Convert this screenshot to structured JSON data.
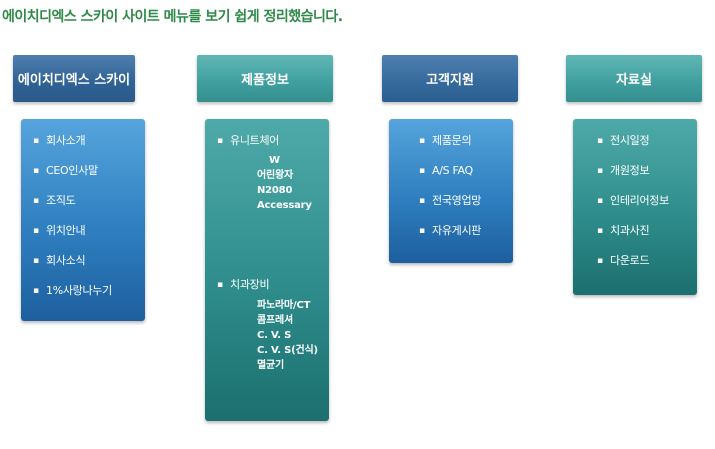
{
  "header": {
    "title": "에이치디엑스 스카이 사이트 메뉴를 보기 쉽게 정리했습니다."
  },
  "columns": [
    {
      "heading": "에이치디엑스 스카이",
      "items": [
        "회사소개",
        "CEO인사말",
        "조직도",
        "위치안내",
        "회사소식",
        "1%사랑나누기"
      ]
    },
    {
      "heading": "제품정보",
      "groups": [
        {
          "label": "유니트체어",
          "items": [
            "W",
            "어린왕자",
            "N2080",
            "Accessary"
          ]
        },
        {
          "label": "치과장비",
          "items": [
            "파노라마/CT",
            "콤프레셔",
            "C. V. S",
            "C. V. S(건식)",
            "멸균기"
          ]
        }
      ]
    },
    {
      "heading": "고객지원",
      "items": [
        "제품문의",
        "A/S FAQ",
        "전국영업망",
        "자유게시판"
      ]
    },
    {
      "heading": "자료실",
      "items": [
        "전시일정",
        "개원정보",
        "인테리어정보",
        "치과사진",
        "다운로드"
      ]
    }
  ],
  "bullet": "▪",
  "colors": {
    "title": "#2f8a4a",
    "blue": "#2f6194",
    "teal": "#3f9f9e"
  }
}
